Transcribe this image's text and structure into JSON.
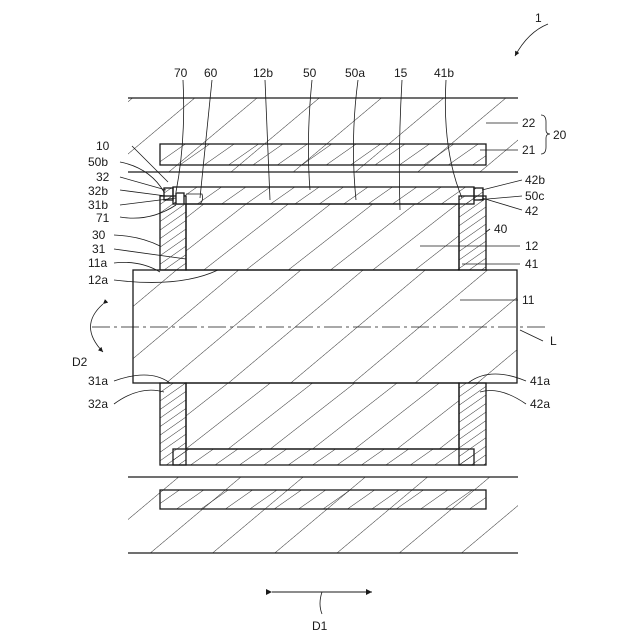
{
  "figure": {
    "reference_numeral": "1",
    "labels": {
      "n70": "70",
      "n60": "60",
      "n12b": "12b",
      "n50": "50",
      "n50a": "50a",
      "n15": "15",
      "n41b": "41b",
      "n22": "22",
      "n21": "21",
      "n20": "20",
      "n10": "10",
      "n50b": "50b",
      "n32": "32",
      "n32b": "32b",
      "n31b": "31b",
      "n71": "71",
      "n30": "30",
      "n31": "31",
      "n11a": "11a",
      "n12a": "12a",
      "n42b": "42b",
      "n50c": "50c",
      "n42": "42",
      "n40": "40",
      "n12": "12",
      "n41": "41",
      "n11": "11",
      "nL": "L",
      "nD2": "D2",
      "n31a": "31a",
      "n32a": "32a",
      "n41a": "41a",
      "n42a": "42a",
      "nD1": "D1"
    }
  }
}
